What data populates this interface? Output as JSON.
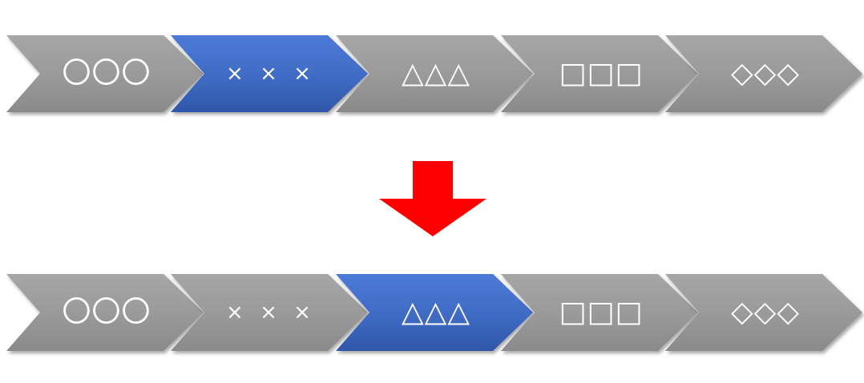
{
  "colors": {
    "inactive_step": "#9a9a9a",
    "active_step": "#3f6bc4",
    "arrow": "#ff0000",
    "label_text": "#ffffff"
  },
  "flow_before": {
    "active_step": 2,
    "steps": [
      {
        "label": "〇〇〇",
        "active": false
      },
      {
        "label": "× × ×",
        "active": true
      },
      {
        "label": "△△△",
        "active": false
      },
      {
        "label": "□□□",
        "active": false
      },
      {
        "label": "◇◇◇",
        "active": false
      }
    ]
  },
  "transition_arrow": {
    "icon": "arrow-down-icon"
  },
  "flow_after": {
    "active_step": 3,
    "steps": [
      {
        "label": "〇〇〇",
        "active": false
      },
      {
        "label": "× × ×",
        "active": false
      },
      {
        "label": "△△△",
        "active": true
      },
      {
        "label": "□□□",
        "active": false
      },
      {
        "label": "◇◇◇",
        "active": false
      }
    ]
  }
}
